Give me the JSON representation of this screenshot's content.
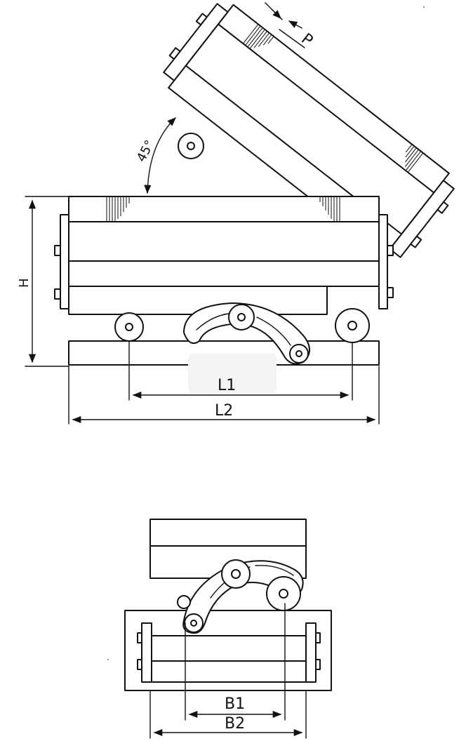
{
  "labels": {
    "angle": "45°",
    "pitch": "P",
    "height": "H",
    "length_inner": "L1",
    "length_outer": "L2",
    "width_inner": "B1",
    "width_outer": "B2"
  }
}
